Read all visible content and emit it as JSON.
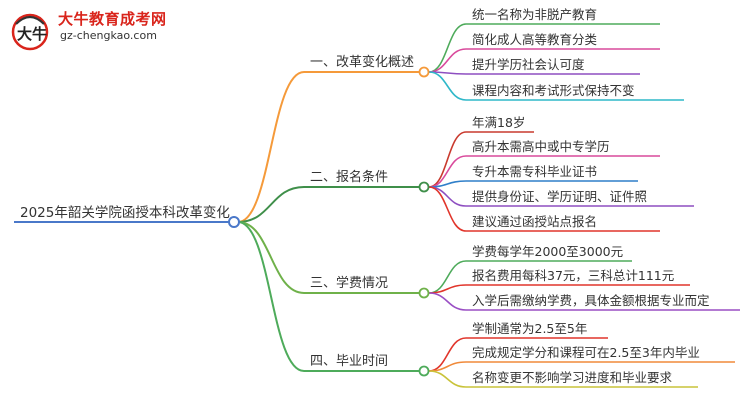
{
  "brand": {
    "name": "大牛教育成考网",
    "url": "gz-chengkao.com",
    "red": "#d9241b"
  },
  "root": {
    "label": "2025年韶关学院函授本科改革变化",
    "color": "#4a78c9"
  },
  "branches": [
    {
      "label": "一、改革变化概述",
      "color": "#f59a3a",
      "leaves": [
        {
          "label": "统一名称为非脱产教育",
          "color": "#4eab5b"
        },
        {
          "label": "简化成人高等教育分类",
          "color": "#d94a9c"
        },
        {
          "label": "提升学历社会认可度",
          "color": "#8e4fc1"
        },
        {
          "label": "课程内容和考试形式保持不变",
          "color": "#2fb8c9"
        }
      ]
    },
    {
      "label": "二、报名条件",
      "color": "#3f8f4a",
      "leaves": [
        {
          "label": "年满18岁",
          "color": "#c93a2e"
        },
        {
          "label": "高升本需高中或中专学历",
          "color": "#d94a9c"
        },
        {
          "label": "专升本需专科毕业证书",
          "color": "#2f7fc9"
        },
        {
          "label": "提供身份证、学历证明、证件照",
          "color": "#8e4fc1"
        },
        {
          "label": "建议通过函授站点报名",
          "color": "#e1352b"
        }
      ]
    },
    {
      "label": "三、学费情况",
      "color": "#6fb14a",
      "leaves": [
        {
          "label": "学费每学年2000至3000元",
          "color": "#4eab5b"
        },
        {
          "label": "报名费用每科37元，三科总计111元",
          "color": "#e1352b"
        },
        {
          "label": "入学后需缴纳学费，具体金额根据专业而定",
          "color": "#9a4fc4"
        }
      ]
    },
    {
      "label": "四、毕业时间",
      "color": "#4eab5b",
      "leaves": [
        {
          "label": "学制通常为2.5至5年",
          "color": "#e1352b"
        },
        {
          "label": "完成规定学分和课程可在2.5至3年内毕业",
          "color": "#f08a3a"
        },
        {
          "label": "名称变更不影响学习进度和毕业要求",
          "color": "#c9c33a"
        }
      ]
    }
  ]
}
